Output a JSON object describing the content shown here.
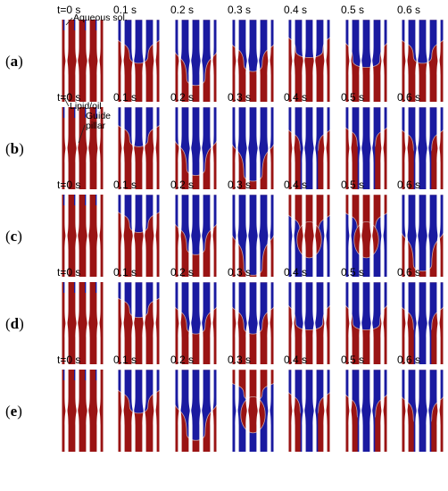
{
  "colors": {
    "aqueous": "#1a1aa0",
    "lipid": "#9a1414",
    "pillar": "#ffffff",
    "interface": "#c8a0a0"
  },
  "time_labels": [
    [
      "t=0 s",
      "0.1 s",
      "0.2 s",
      "0.3 s",
      "0.4 s",
      "0.5 s",
      "0.6 s"
    ],
    [
      "t=0 s",
      "0.1 s",
      "0.2 s",
      "0.3 s",
      "0.4 s",
      "0.5 s",
      "0.6 s"
    ],
    [
      "t=0 s",
      "0.1 s",
      "0.2 s",
      "0.3 s",
      "0.4 s",
      "0.5 s",
      "0.6 s"
    ],
    [
      "t=0 s",
      "0.1 s",
      "0.2 s",
      "0.3 s",
      "0.4 s",
      "0.5 s",
      "0.6 s"
    ],
    [
      "t=0 s",
      "0.1 s",
      "0.2 s",
      "0.3 s",
      "0.4 s",
      "0.5 s",
      "0.6 s"
    ]
  ],
  "rows": [
    {
      "paren_open": "(",
      "letter": "a",
      "paren_close": ")"
    },
    {
      "paren_open": "(",
      "letter": "b",
      "paren_close": ")"
    },
    {
      "paren_open": "(",
      "letter": "c",
      "paren_close": ")"
    },
    {
      "paren_open": "(",
      "letter": "d",
      "paren_close": ")"
    },
    {
      "paren_open": "(",
      "letter": "e",
      "paren_close": ")"
    }
  ],
  "annotations": {
    "aqueous": "Aqueous sol.",
    "lipid": "Lipid/oil",
    "guide_line1": "Guide",
    "guide_line2": "pillar"
  }
}
